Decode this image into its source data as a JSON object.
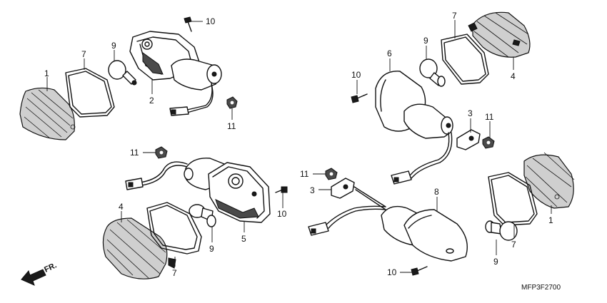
{
  "callouts": {
    "c1a": "1",
    "c1b": "1",
    "c2": "2",
    "c3a": "3",
    "c3b": "3",
    "c4a": "4",
    "c4b": "4",
    "c5": "5",
    "c6": "6",
    "c7a": "7",
    "c7b": "7",
    "c7c": "7",
    "c7d": "7",
    "c8": "8",
    "c9a": "9",
    "c9b": "9",
    "c9c": "9",
    "c9d": "9",
    "c10a": "10",
    "c10b": "10",
    "c10c": "10",
    "c10d": "10",
    "c11a": "11",
    "c11b": "11",
    "c11c": "11",
    "c11d": "11"
  },
  "direction_label": "FR.",
  "diagram_code": "MFP3F2700"
}
